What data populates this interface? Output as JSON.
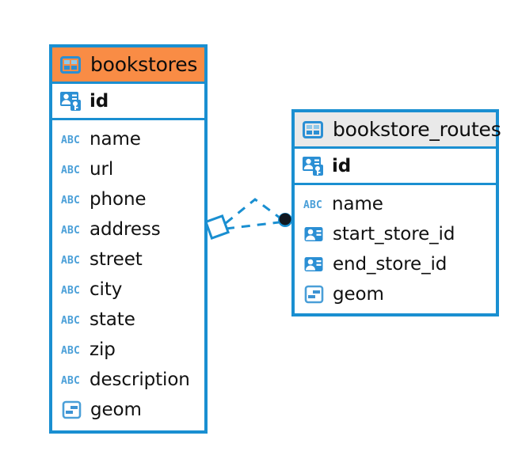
{
  "diagram": {
    "type": "entity-relationship-diagram",
    "background_color": "#ffffff",
    "accent_color": "#1a8fd1",
    "highlight_color": "#f98c45",
    "entities": [
      {
        "name": "bookstores",
        "header_icon": "table-icon",
        "header_style": "orange",
        "primary_key": {
          "label": "id",
          "icon": "primary-key-icon"
        },
        "fields": [
          {
            "label": "name",
            "icon": "text-abc-icon"
          },
          {
            "label": "url",
            "icon": "text-abc-icon"
          },
          {
            "label": "phone",
            "icon": "text-abc-icon"
          },
          {
            "label": "address",
            "icon": "text-abc-icon"
          },
          {
            "label": "street",
            "icon": "text-abc-icon"
          },
          {
            "label": "city",
            "icon": "text-abc-icon"
          },
          {
            "label": "state",
            "icon": "text-abc-icon"
          },
          {
            "label": "zip",
            "icon": "text-abc-icon"
          },
          {
            "label": "description",
            "icon": "text-abc-icon"
          },
          {
            "label": "geom",
            "icon": "geometry-icon"
          }
        ]
      },
      {
        "name": "bookstore_routes",
        "header_icon": "table-icon",
        "header_style": "grey",
        "primary_key": {
          "label": "id",
          "icon": "primary-key-icon"
        },
        "fields": [
          {
            "label": "name",
            "icon": "text-abc-icon"
          },
          {
            "label": "start_store_id",
            "icon": "foreign-key-icon"
          },
          {
            "label": "end_store_id",
            "icon": "foreign-key-icon"
          },
          {
            "label": "geom",
            "icon": "geometry-icon"
          }
        ]
      }
    ],
    "relationship": {
      "source_entity": "bookstores",
      "target_entity": "bookstore_routes",
      "line_style": "dashed",
      "line_color": "#1a8fd1",
      "source_marker": "diamond",
      "target_marker": "filled-circle",
      "target_marker_color": "#101820"
    }
  }
}
